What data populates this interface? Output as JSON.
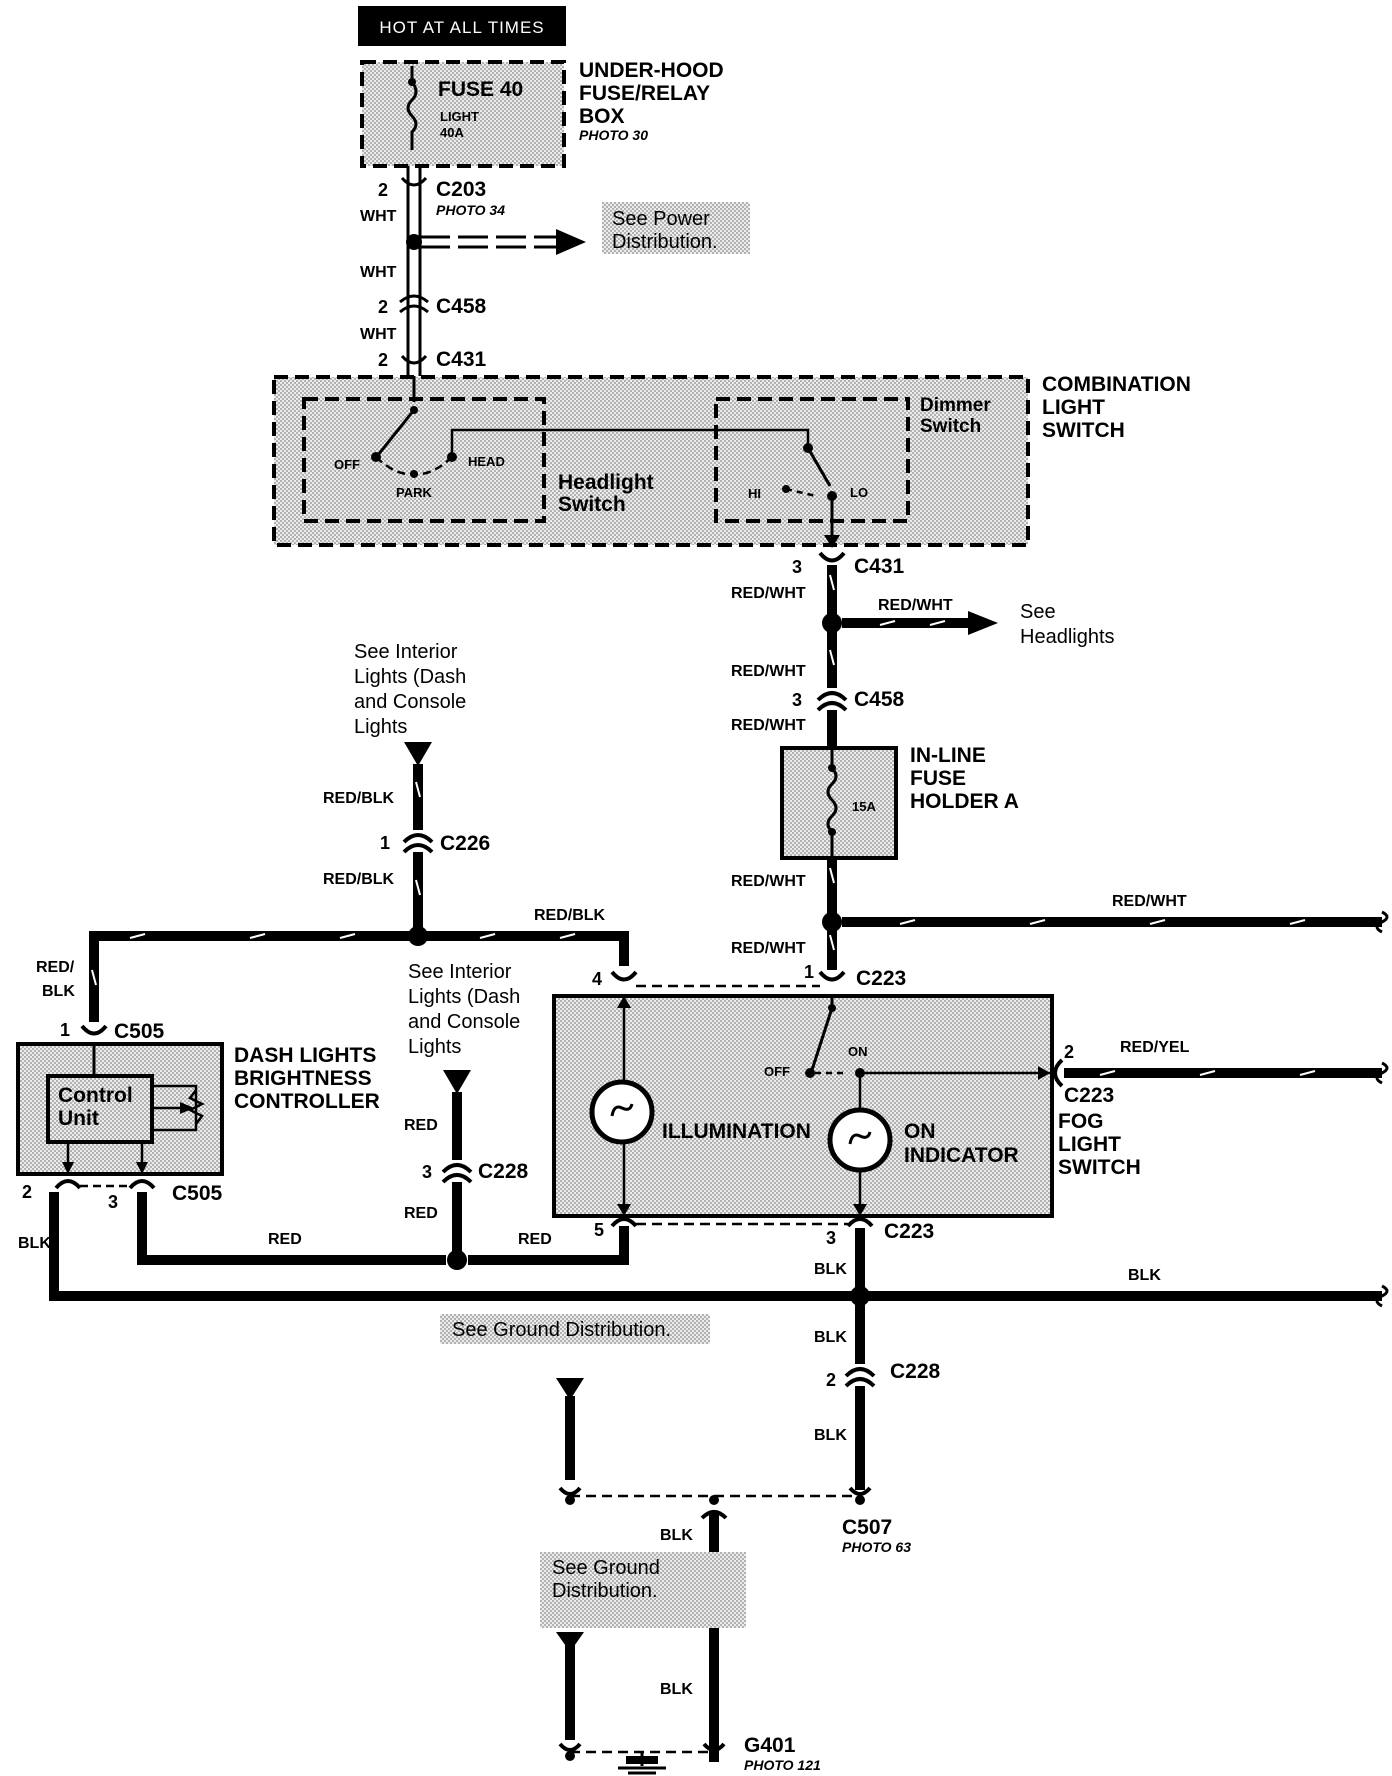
{
  "title": "HOT AT ALL TIMES",
  "components": {
    "underhood_box": [
      "UNDER-HOOD",
      "FUSE/RELAY",
      "BOX"
    ],
    "underhood_photo": "PHOTO 30",
    "fuse40_name": "FUSE 40",
    "fuse40_circuit": "LIGHT",
    "fuse40_rating": "40A",
    "combination_switch": [
      "COMBINATION",
      "LIGHT",
      "SWITCH"
    ],
    "dimmer_switch": [
      "Dimmer",
      "Switch"
    ],
    "headlight_switch": [
      "Headlight",
      "Switch"
    ],
    "pos_off": "OFF",
    "pos_park": "PARK",
    "pos_head": "HEAD",
    "pos_hi": "HI",
    "pos_lo": "LO",
    "inline_fuse": [
      "IN-LINE",
      "FUSE",
      "HOLDER A"
    ],
    "inline_fuse_rating": "15A",
    "dash_controller": [
      "DASH LIGHTS",
      "BRIGHTNESS",
      "CONTROLLER"
    ],
    "control_unit": [
      "Control",
      "Unit"
    ],
    "fog_switch": [
      "FOG",
      "LIGHT",
      "SWITCH"
    ],
    "illumination": "ILLUMINATION",
    "on_indicator": [
      "ON",
      "INDICATOR"
    ],
    "fog_off": "OFF",
    "fog_on": "ON"
  },
  "connectors": {
    "c203": "C203",
    "c203_photo": "PHOTO 34",
    "c458": "C458",
    "c431": "C431",
    "c226": "C226",
    "c223": "C223",
    "c505": "C505",
    "c228": "C228",
    "c507": "C507",
    "c507_photo": "PHOTO 63",
    "g401": "G401",
    "g401_photo": "PHOTO 121"
  },
  "pins": {
    "p1": "1",
    "p2": "2",
    "p3": "3",
    "p4": "4",
    "p5": "5"
  },
  "wires": {
    "wht": "WHT",
    "red_wht": "RED/WHT",
    "red_blk": "RED/BLK",
    "red_slash": "RED/",
    "blk": "BLK",
    "red": "RED",
    "red_yel": "RED/YEL"
  },
  "notes": {
    "power": [
      "See Power",
      "Distribution."
    ],
    "headlights": [
      "See",
      "Headlights"
    ],
    "interior_1": [
      "See Interior",
      "Lights (Dash",
      "and Console",
      "Lights"
    ],
    "interior_2": [
      "See Interior",
      "Lights (Dash",
      "and Console",
      "Lights"
    ],
    "ground_1": "See Ground Distribution.",
    "ground_2": [
      "See Ground",
      "Distribution."
    ]
  }
}
